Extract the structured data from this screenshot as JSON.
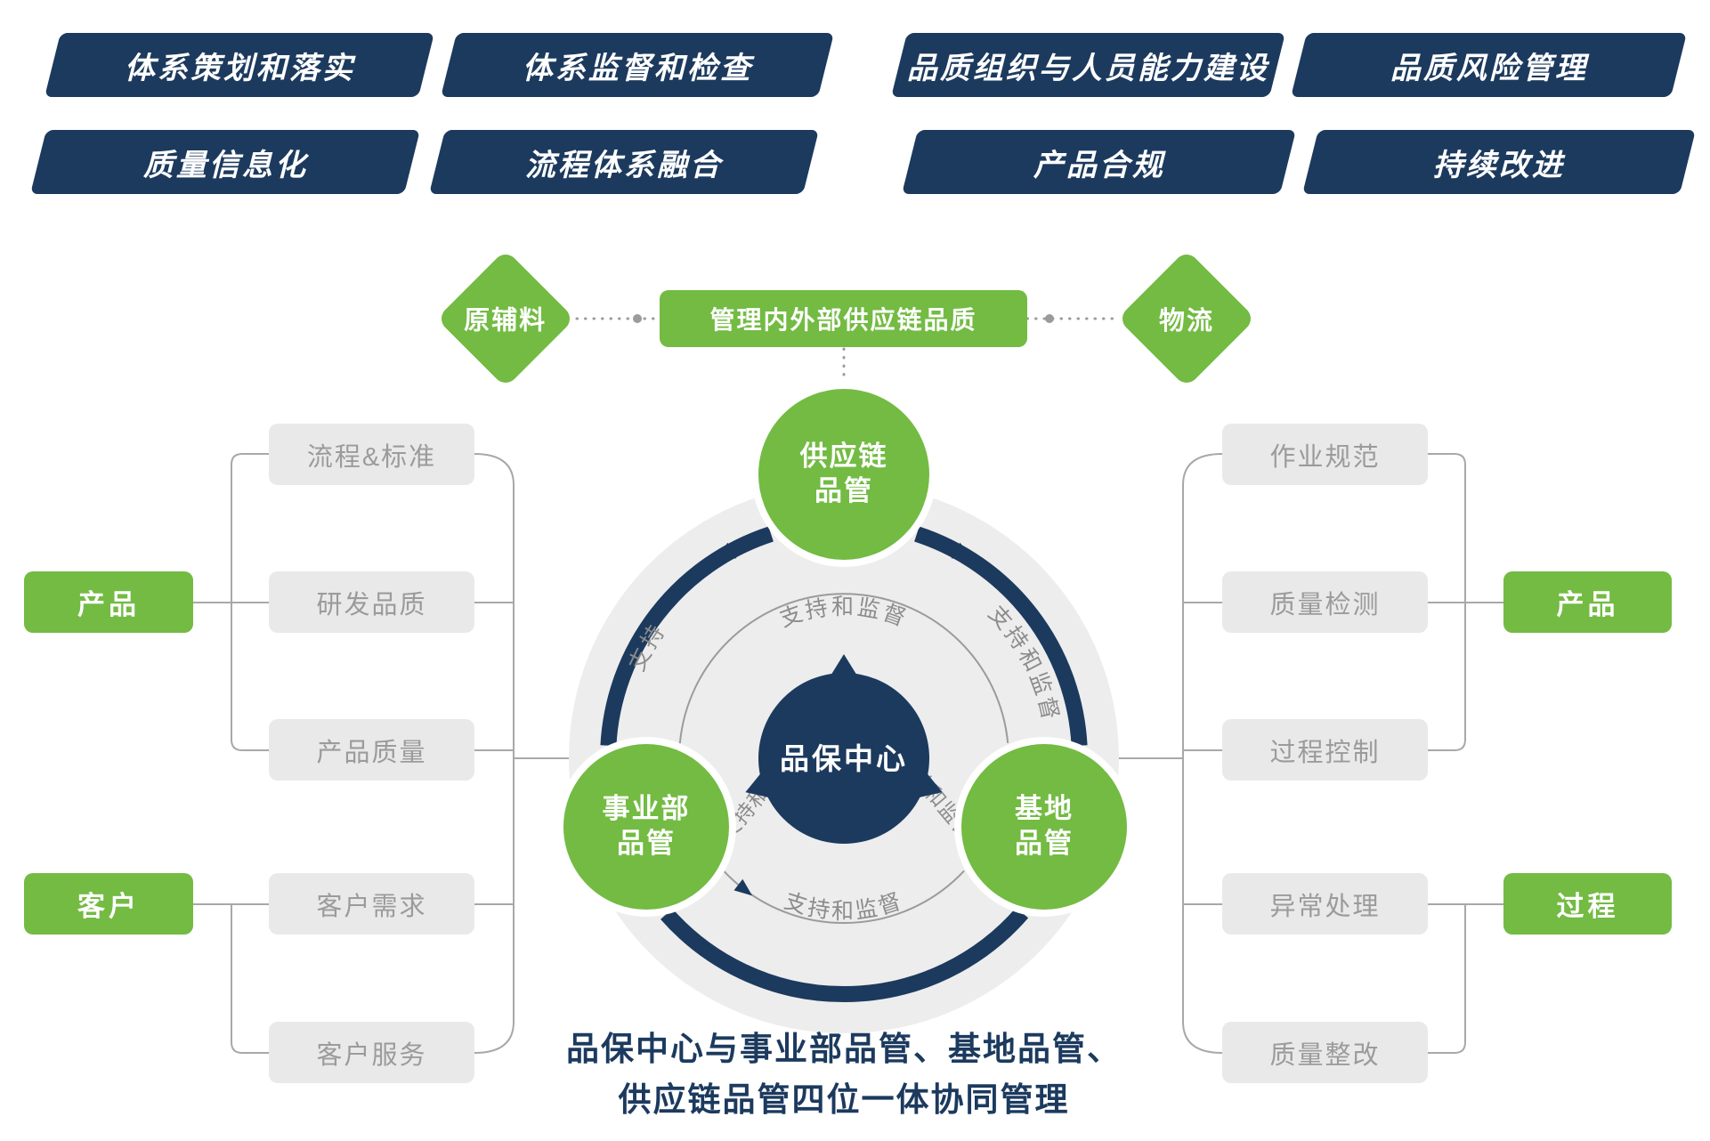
{
  "banners": {
    "row1": [
      "体系策划和落实",
      "体系监督和检查",
      "品质组织与人员能力建设",
      "品质风险管理"
    ],
    "row2": [
      "质量信息化",
      "流程体系融合",
      "产品合规",
      "持续改进"
    ]
  },
  "supply_chain": {
    "left_diamond": "原辅料",
    "pill": "管理内外部供应链品质",
    "right_diamond": "物流"
  },
  "center": {
    "hub": "品保中心",
    "top_circle": {
      "line1": "供应链",
      "line2": "品管"
    },
    "left_circle": {
      "line1": "事业部",
      "line2": "品管"
    },
    "right_circle": {
      "line1": "基地",
      "line2": "品管"
    },
    "arc_labels": {
      "top": "支持和监督",
      "left": "支持",
      "right": "支持和监督",
      "inner_left": "支持和监督",
      "inner_right": "支持和监督",
      "bottom": "支持和监督"
    }
  },
  "left_panel": {
    "green": [
      "产品",
      "客户"
    ],
    "gray": [
      "流程&标准",
      "研发品质",
      "产品质量",
      "客户需求",
      "客户服务"
    ]
  },
  "right_panel": {
    "gray": [
      "作业规范",
      "质量检测",
      "过程控制",
      "异常处理",
      "质量整改"
    ],
    "green": [
      "产品",
      "过程"
    ]
  },
  "caption": {
    "line1": "品保中心与事业部品管、基地品管、",
    "line2": "供应链品管四位一体协同管理"
  },
  "colors": {
    "navy": "#1C3A5E",
    "green": "#73BB43",
    "gray_box": "#E9E9E9",
    "gray_text": "#9B9B9B",
    "circle_bg": "#EDEDED"
  }
}
